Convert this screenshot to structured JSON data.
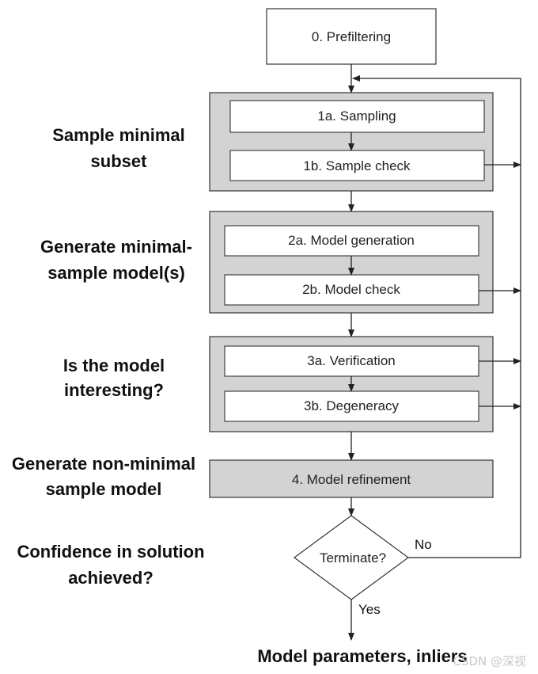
{
  "steps": {
    "prefilter": "0. Prefiltering",
    "sampling": "1a. Sampling",
    "sample_check": "1b. Sample check",
    "model_generation": "2a. Model generation",
    "model_check": "2b. Model check",
    "verification": "3a. Verification",
    "degeneracy": "3b. Degeneracy",
    "refinement": "4. Model refinement",
    "terminate": "Terminate?"
  },
  "side_labels": {
    "stage1": [
      "Sample minimal",
      "subset"
    ],
    "stage2": [
      "Generate minimal-",
      "sample model(s)"
    ],
    "stage3": [
      "Is the model",
      "interesting?"
    ],
    "stage4": [
      "Generate non-minimal",
      "sample model"
    ],
    "stage5": [
      "Confidence in solution",
      "achieved?"
    ]
  },
  "branches": {
    "no": "No",
    "yes": "Yes"
  },
  "output": "Model parameters, inliers",
  "watermark": "CSDN @深视",
  "colors": {
    "group_fill": "#d3d3d3",
    "box_fill": "#ffffff",
    "stroke": "#333333"
  }
}
